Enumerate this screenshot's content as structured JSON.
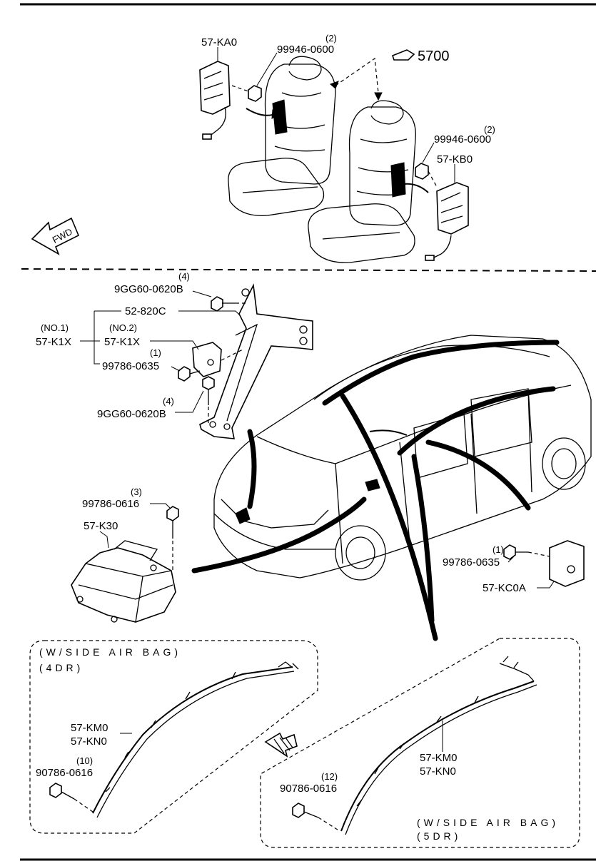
{
  "seat_section": {
    "driver_airbag_part": "57-KA0",
    "driver_nut_part": "99946-0600",
    "driver_nut_qty": "(2)",
    "reference_group": "5700",
    "passenger_nut_part": "99946-0600",
    "passenger_nut_qty": "(2)",
    "passenger_airbag_part": "57-KB0",
    "fwd_label": "FWD"
  },
  "sensor_section": {
    "top_bolt_qty": "(4)",
    "top_bolt_part": "9GG60-0620B",
    "bracket_part": "52-820C",
    "sensor_no1_tag": "(NO.1)",
    "sensor_no1_part": "57-K1X",
    "sensor_no2_tag": "(NO.2)",
    "sensor_no2_part": "57-K1X",
    "screw_qty": "(1)",
    "screw_part": "99786-0635",
    "bottom_bolt_qty": "(4)",
    "bottom_bolt_part": "9GG60-0620B"
  },
  "module_section": {
    "bolt_qty": "(3)",
    "bolt_part": "99786-0616",
    "module_part": "57-K30"
  },
  "side_sensor_section": {
    "screw_qty": "(1)",
    "screw_part": "99786-0635",
    "sensor_part": "57-KC0A"
  },
  "curtain_4dr": {
    "title": "(W/SIDE AIR BAG)",
    "subtitle": "(4DR)",
    "part_a": "57-KM0",
    "part_b": "57-KN0",
    "bolt_qty": "(10)",
    "bolt_part": "90786-0616"
  },
  "curtain_5dr": {
    "title": "(W/SIDE AIR BAG)",
    "subtitle": "(5DR)",
    "part_a": "57-KM0",
    "part_b": "57-KN0",
    "bolt_qty": "(12)",
    "bolt_part": "90786-0616"
  }
}
